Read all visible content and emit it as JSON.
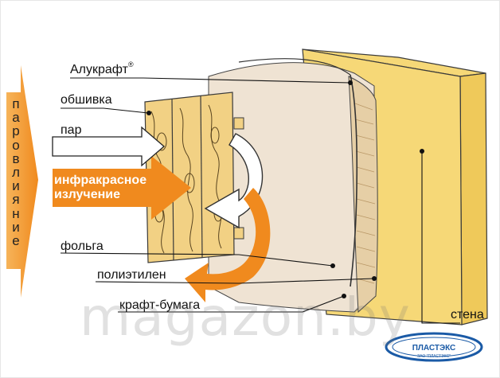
{
  "labels": {
    "alukraft": "Алукрафт",
    "alukraft_mark": "®",
    "obshivka": "обшивка",
    "par": "пар",
    "infrared_line1": "инфракрасное",
    "infrared_line2": "излучение",
    "folga": "фольга",
    "polyethylene": "полиэтилен",
    "kraft_paper": "крафт-бумага",
    "wall": "стена"
  },
  "vertical_caption": [
    "п",
    "а",
    "р",
    "о",
    "в",
    "л",
    "и",
    "я",
    "н",
    "и",
    "е"
  ],
  "watermark": "magazon.by",
  "logo": {
    "text": "ЗАО \"ПЛАСТЭКС\"",
    "brand": "ПЛАСТЭКС"
  },
  "colors": {
    "orange": "#f08a1e",
    "orange_light": "#f6b45a",
    "wall_yellow": "#f6d877",
    "wood": "#f2d184",
    "insulation_back": "#efe3d3",
    "insulation_edge": "#e5cfa8",
    "logo_blue": "#1a5aa6"
  }
}
